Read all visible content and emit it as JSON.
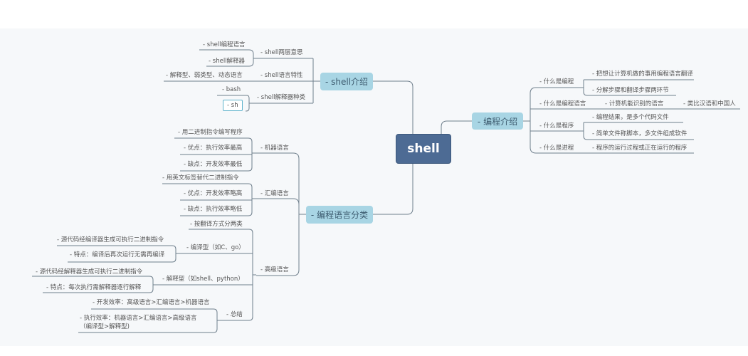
{
  "root": "shell",
  "shell_intro": {
    "label": "- shell介绍",
    "meanings": {
      "label": "- shell两层意思",
      "items": [
        "- shell编程语言",
        "- shell解释器"
      ]
    },
    "traits": {
      "label": "- shell语言特性",
      "value": "- 解释型、弱类型、动态语言"
    },
    "kinds": {
      "label": "- shell解释器种类",
      "items": [
        "- bash",
        "- sh"
      ]
    }
  },
  "prog_intro": {
    "label": "- 编程介绍",
    "what_prog": {
      "label": "- 什么是编程",
      "items": [
        "- 把想让计算机做的事用编程语言翻译",
        "- 分解步骤和翻译步骤两环节"
      ]
    },
    "what_lang": {
      "label": "- 什么是编程语言",
      "value": "- 计算机能识别的语言",
      "note": "- 类比汉语和中国人"
    },
    "what_program": {
      "label": "- 什么是程序",
      "items": [
        "- 编程结果，是多个代码文件",
        "- 简单文件称脚本，多文件组成软件"
      ]
    },
    "what_process": {
      "label": "- 什么是进程",
      "value": "- 程序的运行过程或正在运行的程序"
    }
  },
  "lang_class": {
    "label": "- 编程语言分类",
    "machine": {
      "label": "- 机器语言",
      "items": [
        "- 用二进制指令编写程序",
        "- 优点：执行效率最高",
        "- 缺点：开发效率最低"
      ]
    },
    "assembly": {
      "label": "- 汇编语言",
      "items": [
        "- 用英文标签替代二进制指令",
        "- 优点：开发效率略高",
        "- 缺点：执行效率略低"
      ]
    },
    "high": {
      "label": "- 高级语言",
      "by_translation": "- 按翻译方式分两类",
      "compiled": {
        "label": "- 编译型（如C、go）",
        "items": [
          "- 源代码经编译器生成可执行二进制指令",
          "- 特点：编译后再次运行无需再编译"
        ]
      },
      "interpreted": {
        "label": "- 解释型（如shell、python）",
        "items": [
          "- 源代码经解释器生成可执行二进制指令",
          "- 特点：每次执行需解释器逐行解释"
        ]
      },
      "summary": {
        "label": "- 总结",
        "items": [
          "- 开发效率：高级语言>汇编语言>机器语言",
          "- 执行效率：机器语言>汇编语言>高级语言（编译型>解释型)"
        ]
      }
    }
  }
}
